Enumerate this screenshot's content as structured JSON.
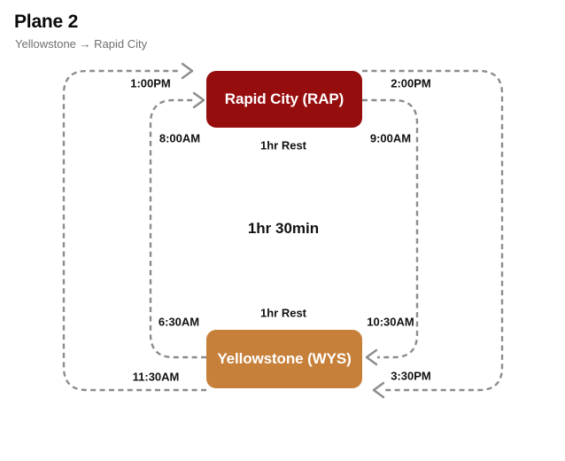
{
  "header": {
    "title": "Plane 2",
    "subtitle": "Yellowstone → Rapid City"
  },
  "nodes": {
    "rapid_city": {
      "label": "Rapid City (RAP)"
    },
    "yellowstone": {
      "label": "Yellowstone (WYS)"
    }
  },
  "schedule": {
    "flight_duration": "1hr 30min",
    "rest_at_rapid_city": "1hr Rest",
    "rest_at_yellowstone": "1hr Rest",
    "legs": [
      {
        "from": "Yellowstone (WYS)",
        "to": "Rapid City (RAP)",
        "depart": "6:30AM",
        "arrive": "8:00AM"
      },
      {
        "from": "Rapid City (RAP)",
        "to": "Yellowstone (WYS)",
        "depart": "9:00AM",
        "arrive": "10:30AM"
      },
      {
        "from": "Yellowstone (WYS)",
        "to": "Rapid City (RAP)",
        "depart": "11:30AM",
        "arrive": "1:00PM"
      },
      {
        "from": "Rapid City (RAP)",
        "to": "Yellowstone (WYS)",
        "depart": "2:00PM",
        "arrive": "3:30PM"
      }
    ]
  },
  "colors": {
    "route_dash": "#8C8C8C",
    "node_rapid_city": "#960D0E",
    "node_yellowstone": "#C6803A",
    "title_text": "#0A0A0A",
    "subtitle_text": "#6F6F6F",
    "label_text": "#111111",
    "node_label_text": "#FFFFFF",
    "background": "#FFFFFF"
  }
}
